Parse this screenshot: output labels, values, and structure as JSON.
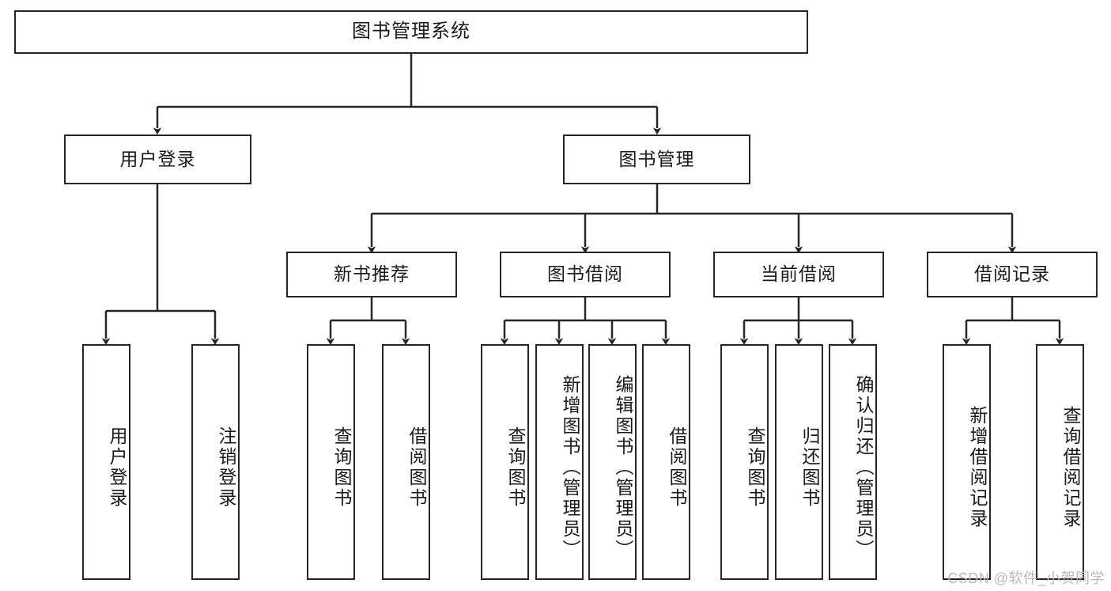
{
  "diagram": {
    "title": "图书管理系统",
    "type": "tree-hierarchy-chart",
    "watermark": "CSDN @软件_小贺同学",
    "colors": {
      "stroke": "#262626",
      "fill": "#ffffff",
      "text": "#1a1a1a",
      "watermark": "#b9b9b9"
    },
    "nodes": {
      "root": {
        "label": "图书管理系统"
      },
      "level2": [
        {
          "id": "user-login",
          "label": "用户登录"
        },
        {
          "id": "book-manage",
          "label": "图书管理"
        }
      ],
      "level3": [
        {
          "id": "new-book-rec",
          "label": "新书推荐"
        },
        {
          "id": "book-borrow",
          "label": "图书借阅"
        },
        {
          "id": "current-borrow",
          "label": "当前借阅"
        },
        {
          "id": "borrow-record",
          "label": "借阅记录"
        }
      ],
      "leaves": {
        "user_login": [
          {
            "id": "leaf-user-login",
            "label": "用户登录"
          },
          {
            "id": "leaf-user-logout",
            "label": "注销登录"
          }
        ],
        "new_book_rec": [
          {
            "id": "leaf-query-book-1",
            "label": "查询图书"
          },
          {
            "id": "leaf-borrow-book-1",
            "label": "借阅图书"
          }
        ],
        "book_borrow": [
          {
            "id": "leaf-query-book-2",
            "label": "查询图书"
          },
          {
            "id": "leaf-add-book",
            "label": "新增图书（管理员）"
          },
          {
            "id": "leaf-edit-book",
            "label": "编辑图书（管理员）"
          },
          {
            "id": "leaf-borrow-book-2",
            "label": "借阅图书"
          }
        ],
        "current_borrow": [
          {
            "id": "leaf-query-book-3",
            "label": "查询图书"
          },
          {
            "id": "leaf-return-book",
            "label": "归还图书"
          },
          {
            "id": "leaf-confirm-return",
            "label": "确认归还（管理员）"
          }
        ],
        "borrow_record": [
          {
            "id": "leaf-add-record",
            "label": "新增借阅记录"
          },
          {
            "id": "leaf-query-record",
            "label": "查询借阅记录"
          }
        ]
      }
    }
  }
}
